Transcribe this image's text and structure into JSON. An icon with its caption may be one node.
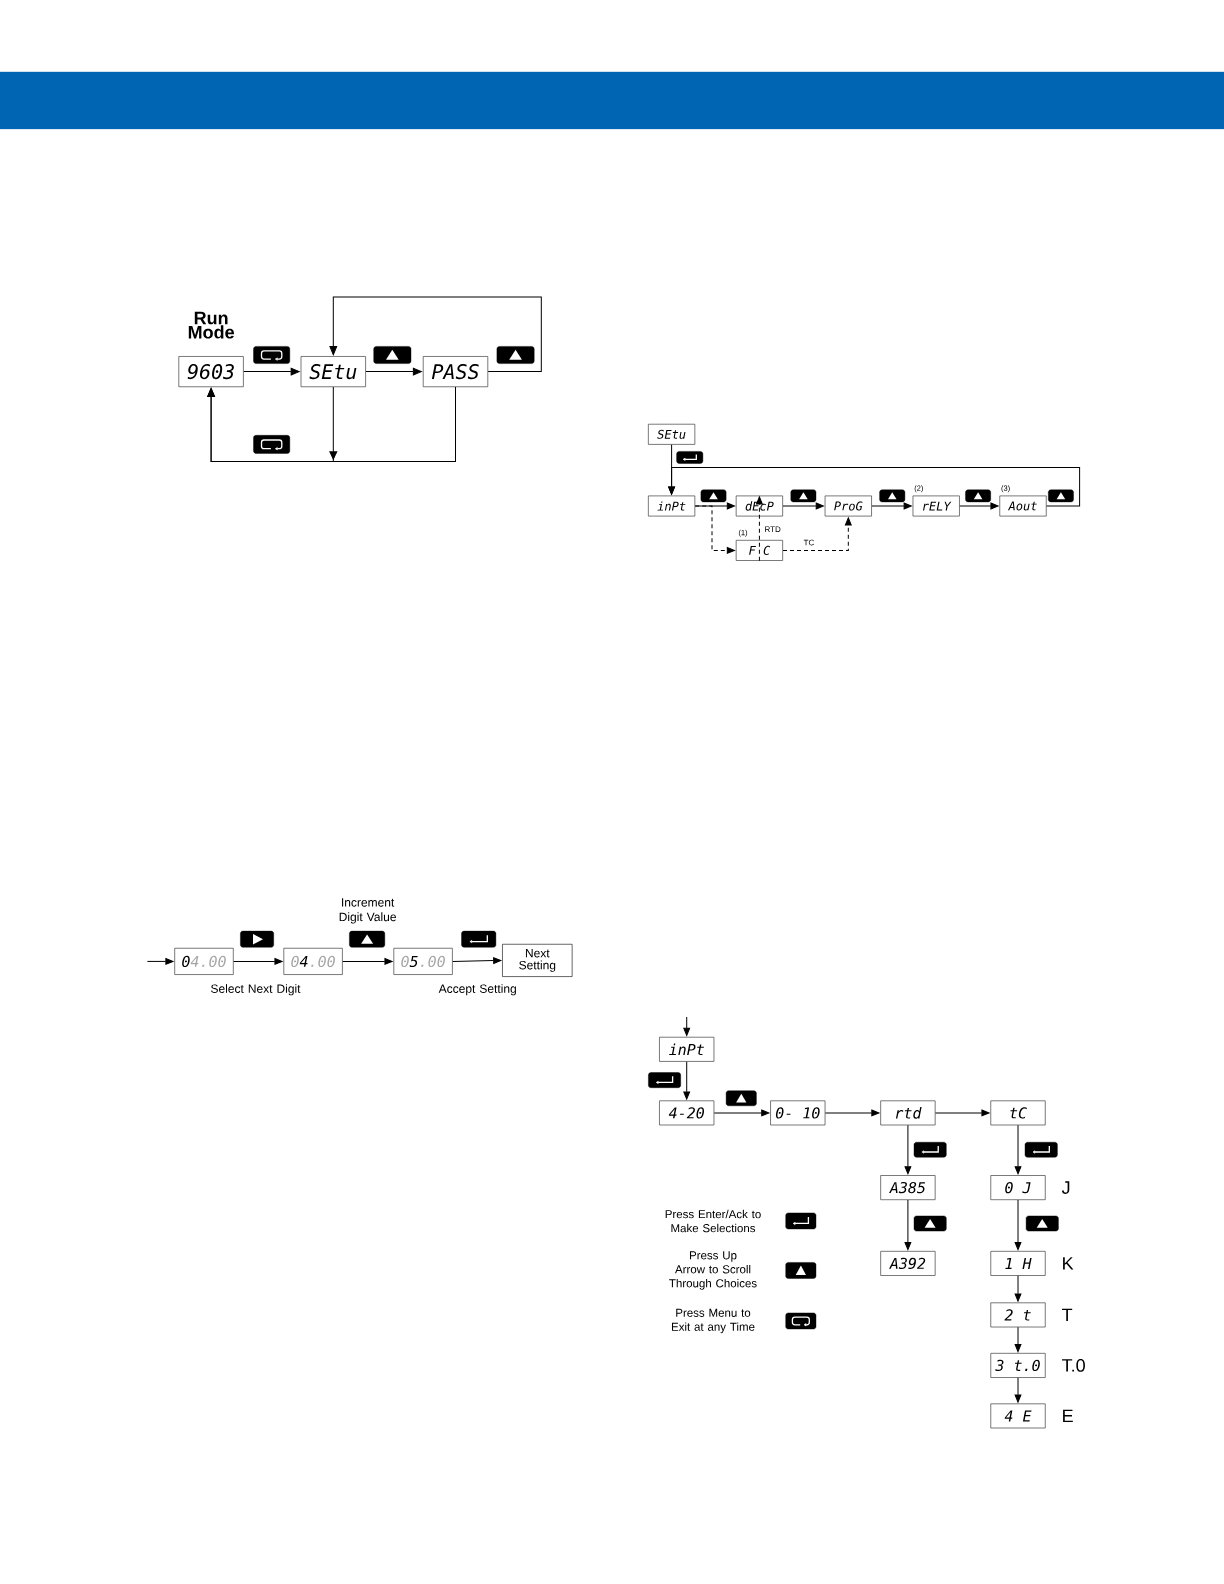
{
  "diagram": {
    "nodes": [
      {
        "text": [
          "9603"
        ],
        "beside": [
          "Run Mode"
        ]
      },
      {
        "text": [
          "SEtu"
        ]
      },
      {
        "text": [
          "PASS"
        ]
      },
      {
        "text": [
          "SEtu"
        ]
      },
      {
        "text": [
          "inPt"
        ]
      },
      {
        "text": [
          "dEcP"
        ]
      },
      {
        "text": [
          "ProG"
        ]
      },
      {
        "text": [
          "rELY"
        ],
        "beside": [
          "(2)"
        ]
      },
      {
        "text": [
          "Aout"
        ],
        "beside": [
          "(3)"
        ]
      },
      {
        "text": [
          "F C"
        ],
        "beside": [
          "(1)"
        ]
      },
      {
        "text": [
          "**0**4.00"
        ]
      },
      {
        "text": [
          "0**4**.00"
        ]
      },
      {
        "text": [
          "0**5**.00"
        ]
      },
      {
        "text": [
          "Next Setting"
        ]
      },
      {
        "text": [
          "inPt"
        ]
      },
      {
        "text": [
          "4-20"
        ]
      },
      {
        "text": [
          "0- 10"
        ]
      },
      {
        "text": [
          "rtd"
        ]
      },
      {
        "text": [
          "tC"
        ]
      },
      {
        "text": [
          "A385"
        ]
      },
      {
        "text": [
          "A392"
        ]
      },
      {
        "text": [
          "0 J"
        ],
        "beside": [
          "J"
        ]
      },
      {
        "text": [
          "1 H"
        ],
        "beside": [
          "K"
        ]
      },
      {
        "text": [
          "2 t"
        ],
        "beside": [
          "T"
        ]
      },
      {
        "text": [
          "3 t.0"
        ],
        "beside": [
          "T.0"
        ]
      },
      {
        "text": [
          "4 E"
        ],
        "beside": [
          "E"
        ]
      }
    ],
    "edges": [
      {
        "from": 0,
        "to": 1,
        "arrow": "to"
      },
      {
        "from": 1,
        "to": 2,
        "arrow": "to"
      },
      {
        "from": 2,
        "to": 1,
        "arrow": "to"
      },
      {
        "from": 1,
        "to": 0,
        "arrow": "to"
      },
      {
        "from": 2,
        "to": 0,
        "arrow": "to"
      },
      {
        "from": 3,
        "to": 4,
        "arrow": "to"
      },
      {
        "from": 4,
        "to": 5,
        "arrow": "to"
      },
      {
        "from": 5,
        "to": 6,
        "arrow": "to"
      },
      {
        "from": 6,
        "to": 7,
        "arrow": "to"
      },
      {
        "from": 7,
        "to": 8,
        "arrow": "to"
      },
      {
        "from": 8,
        "to": 4,
        "arrow": "to"
      },
      {
        "from": 4,
        "to": 9,
        "arrow": "to",
        "style": "dashed"
      },
      {
        "from": 9,
        "to": 5,
        "arrow": "to",
        "style": "dashed",
        "label": "RTD"
      },
      {
        "from": 9,
        "to": 6,
        "arrow": "to",
        "style": "dashed",
        "label": "TC"
      },
      {
        "from": null,
        "to": 10,
        "arrow": "to"
      },
      {
        "from": 10,
        "to": 11,
        "arrow": "to"
      },
      {
        "from": 11,
        "to": 12,
        "arrow": "to"
      },
      {
        "from": 12,
        "to": 13,
        "arrow": "to"
      },
      {
        "from": null,
        "to": 14,
        "arrow": "to"
      },
      {
        "from": 14,
        "to": 15,
        "arrow": "to"
      },
      {
        "from": 15,
        "to": 16,
        "arrow": "to"
      },
      {
        "from": 16,
        "to": 17,
        "arrow": "to"
      },
      {
        "from": 17,
        "to": 18,
        "arrow": "to"
      },
      {
        "from": 17,
        "to": 19,
        "arrow": "to"
      },
      {
        "from": 19,
        "to": 20,
        "arrow": "to"
      },
      {
        "from": 18,
        "to": 21,
        "arrow": "to"
      },
      {
        "from": 21,
        "to": 22,
        "arrow": "to"
      },
      {
        "from": 22,
        "to": 23,
        "arrow": "to"
      },
      {
        "from": 23,
        "to": 24,
        "arrow": "to"
      },
      {
        "from": 24,
        "to": 25,
        "arrow": "to"
      }
    ],
    "labels": [
      "Increment Digit Value",
      "Select Next Digit",
      "Accept Setting"
    ],
    "legend": [
      {
        "text": "Press Enter/Ack to Make Selections"
      },
      {
        "text": "Press Up Arrow to Scroll Through Choices"
      },
      {
        "text": "Press Menu to Exit at any Time"
      }
    ]
  }
}
